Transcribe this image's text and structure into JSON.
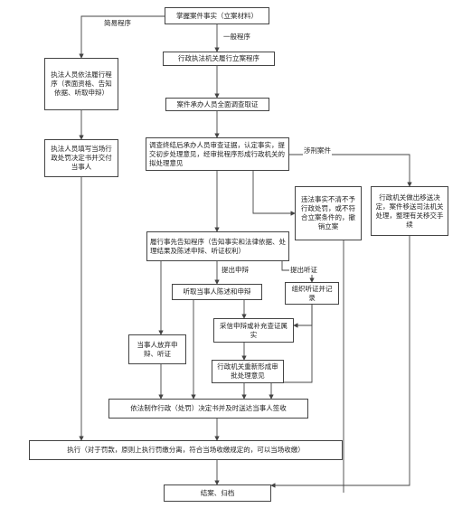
{
  "nodes": {
    "grasp_facts": "掌握案件事实（立案材料）",
    "file_case": "行政执法机关履行立案程序",
    "investigate": "案件承办人员全面调查取证",
    "review": "调查终结后承办人员审查证据，认定事实，提交初步处理意见，经审批程序形成行政机关的拟处理意见",
    "simple_step1": "执法人员依法履行程序（表面资格、告知依据、听取申辩）",
    "simple_step2": "执法人员填写当场行政处罚决定书并交付当事人",
    "no_penalty": "违法事实不清不予行政处罚，或不符合立案条件的，撤销立案",
    "transfer": "行政机关做出移送决定，案件移送司法机关处理，整理有关移交手续",
    "notify": "履行事先告知程序（告知事实和法律依据、处理结果及陈述申辩、听证权利）",
    "waive": "当事人放弃申辩、听证",
    "hear_defense": "听取当事人陈述和申辩",
    "organize_hearing": "组织听证并记录",
    "adopt_verify": "采信申辩或补充查证属实",
    "re_form": "行政机关重新形成审批处理意见",
    "decision": "依法制作行政（处罚）决定书并及时送达当事人签收",
    "execute": "执行（对于罚款，原则上执行罚缴分离，符合当场收缴规定的，可以当场收缴）",
    "close": "结案、归档"
  },
  "labels": {
    "simple_procedure": "简易程序",
    "general_procedure": "一般程序",
    "criminal_case": "涉刑案件",
    "raise_defense": "提出申辩",
    "raise_hearing": "提出听证"
  }
}
